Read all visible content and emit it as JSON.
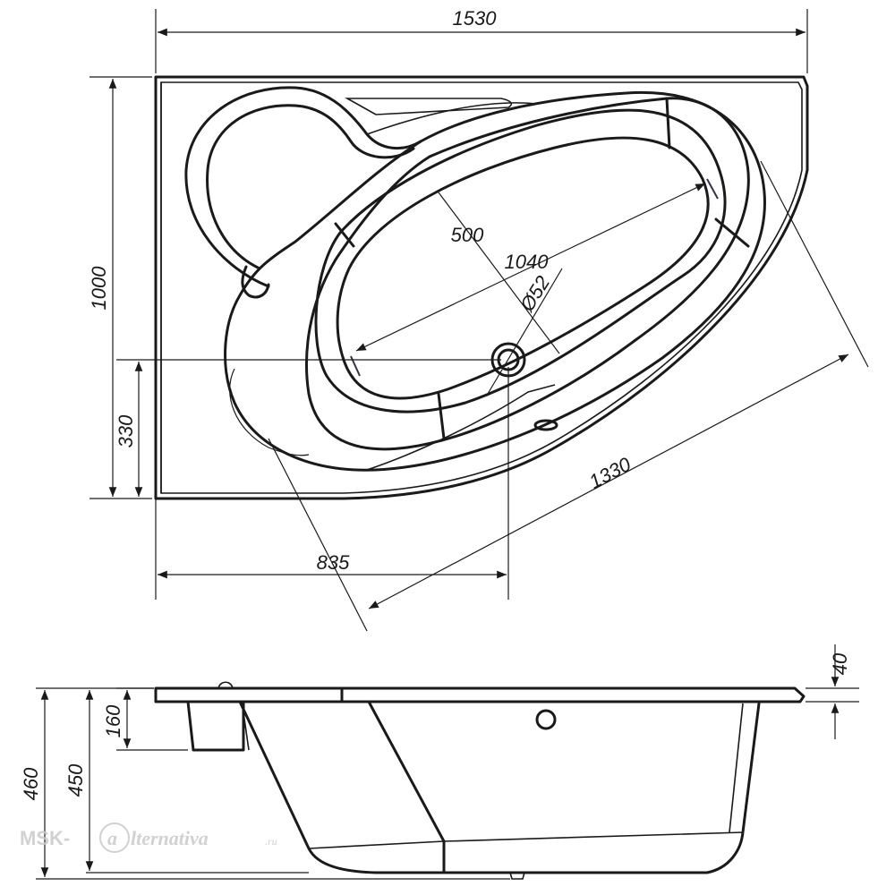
{
  "dimensions": {
    "overall_length": "1530",
    "overall_width": "1000",
    "height_330": "330",
    "length_835": "835",
    "diagonal_1330": "1330",
    "bowl_500": "500",
    "bowl_1040": "1040",
    "drain_diameter": "Ø52",
    "rim_40": "40",
    "height_160": "160",
    "height_460": "460",
    "height_450": "450"
  },
  "watermark": {
    "prefix": "MSK-",
    "letter": "a",
    "suffix": "lternativa",
    "domain": ".ru"
  },
  "colors": {
    "line": "#1a1a1a",
    "background": "#ffffff",
    "watermark": "#c9c9c9"
  }
}
